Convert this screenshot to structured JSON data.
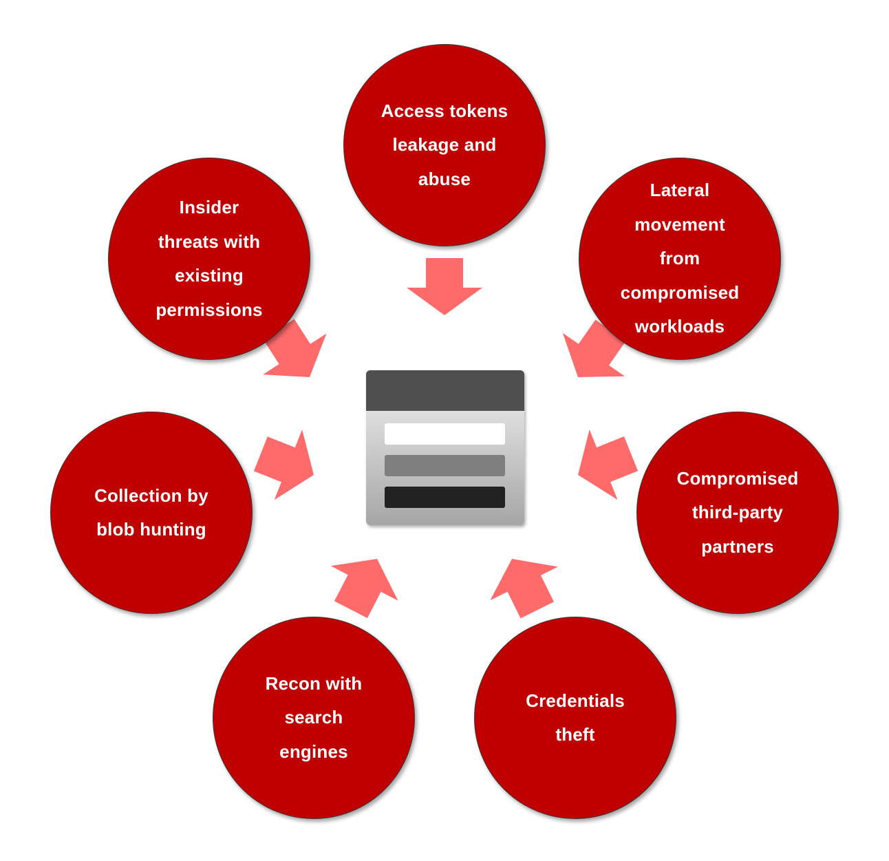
{
  "center": {
    "icon": "storage-account-icon",
    "colors": {
      "header": "#505050",
      "bar_light": "#ffffff",
      "bar_mid": "#7f7f7f",
      "bar_dark": "#222222"
    }
  },
  "threats": [
    {
      "id": "access-tokens",
      "label": "Access tokens\nleakage and\nabuse"
    },
    {
      "id": "lateral-movement",
      "label": "Lateral\nmovement\nfrom\ncompromised\nworkloads"
    },
    {
      "id": "third-party",
      "label": "Compromised\nthird-party\npartners"
    },
    {
      "id": "credentials-theft",
      "label": "Credentials\ntheft"
    },
    {
      "id": "recon",
      "label": "Recon with\nsearch\nengines"
    },
    {
      "id": "blob-hunting",
      "label": "Collection by\nblob hunting"
    },
    {
      "id": "insider-threats",
      "label": "Insider\nthreats with\nexisting\npermissions"
    }
  ],
  "colors": {
    "circle_fill": "#c00000",
    "circle_text": "#ffffff",
    "arrow_fill": "#ff6b6b"
  }
}
